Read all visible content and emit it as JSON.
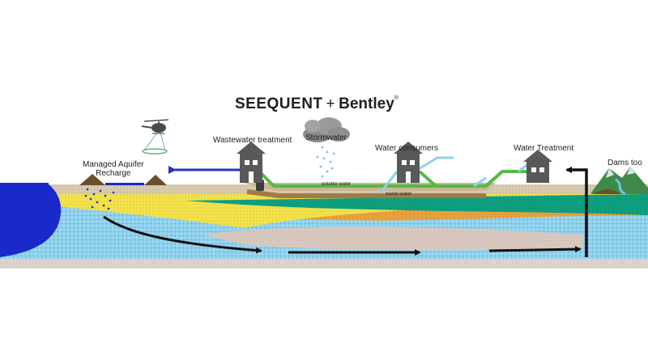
{
  "brand": {
    "name": "SEEQUENT",
    "join": "+",
    "partner": "Bentley",
    "mark": "®"
  },
  "labels": {
    "mar_line1": "Managed Aquifer",
    "mar_line2": "Recharge",
    "wastewater_treatment": "Wastewater treatment",
    "stormwater": "Stormwater",
    "water_consumers": "Water consumers",
    "water_treatment": "Water Treatment",
    "dams": "Dams too",
    "potable_water": "potable water",
    "waste_water": "waste water"
  },
  "colors": {
    "sea": "#1a29c9",
    "topsoil": "#d9cbb0",
    "sand": "#f3e24b",
    "green_layer": "#0e9f7f",
    "orange_layer": "#e9a13d",
    "aquifer": "#8fd1ec",
    "clay": "#d8c8c0",
    "bedrock": "#dcd5cc",
    "flow_arrow": "#111111",
    "recharge_arrow": "#2a33bd",
    "potable_pipe": "#57b947",
    "waste_pipe": "#a07b47",
    "building": "#595959"
  },
  "icons": [
    "helicopter-icon",
    "cloud-icon",
    "building-icon",
    "mountain-icon"
  ]
}
